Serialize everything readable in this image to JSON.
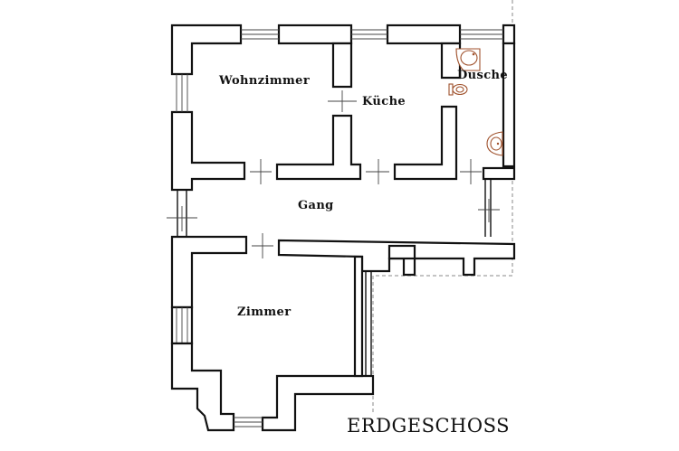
{
  "floor_title": "ERDGESCHOSS",
  "rooms": {
    "wohnzimmer": "Wohnzimmer",
    "kueche": "Küche",
    "dusche": "Dusche",
    "gang": "Gang",
    "zimmer": "Zimmer"
  },
  "colors": {
    "walls": "#111111",
    "fixtures": "#a0522d",
    "boundary_dashed": "#888888",
    "background": "#ffffff"
  }
}
